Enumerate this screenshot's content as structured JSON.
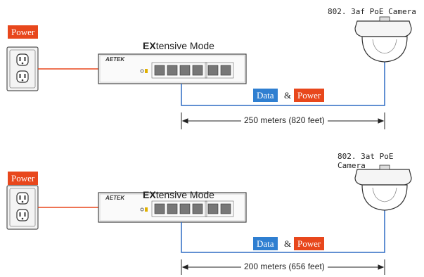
{
  "panels": [
    {
      "power_label": "Power",
      "mode_bold": "EX",
      "mode_rest": "tensive Mode",
      "data_label": "Data",
      "amp": "&",
      "power_label2": "Power",
      "distance": "250 meters (820 feet)",
      "camera_label": "802. 3af PoE Camera",
      "switch_brand": "AETEK"
    },
    {
      "power_label": "Power",
      "mode_bold": "EX",
      "mode_rest": "tensive Mode",
      "data_label": "Data",
      "amp": "&",
      "power_label2": "Power",
      "distance": "200 meters (656 feet)",
      "camera_label": "802. 3at PoE Camera",
      "switch_brand": "AETEK"
    }
  ],
  "colors": {
    "power": "#e8471c",
    "data": "#2f7fd1"
  }
}
